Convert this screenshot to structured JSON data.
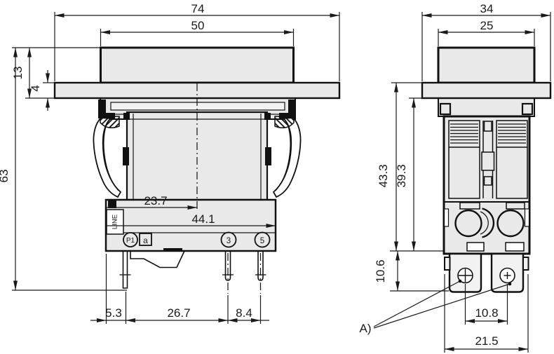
{
  "drawing": {
    "description": "Dimensioned engineering drawing of a rocker/push-button circuit breaker, front and side views",
    "colors": {
      "background": "#ffffff",
      "line": "#111111",
      "part_fill": "#e9e9e9"
    },
    "front_view": {
      "dims": {
        "overall_width": "74",
        "button_width": "50",
        "head_height": "13",
        "flange_thickness": "4",
        "overall_height": "63",
        "center_offset": "23.7",
        "body_width": "44.1",
        "terminal_offset": "5.3",
        "terminal_pitch": "26.7",
        "terminal_pitch2": "8.4"
      },
      "labels": {
        "line": "LINE",
        "p1": "P1",
        "a": "a",
        "t3": "3",
        "t5": "5"
      }
    },
    "side_view": {
      "dims": {
        "overall_width": "34",
        "button_width": "25",
        "height_from_panel": "43.3",
        "height_below_flange": "39.3",
        "tab_length": "10.6",
        "tab_spacing": "10.8",
        "tab_span": "21.5"
      },
      "note_label": "A)"
    }
  }
}
